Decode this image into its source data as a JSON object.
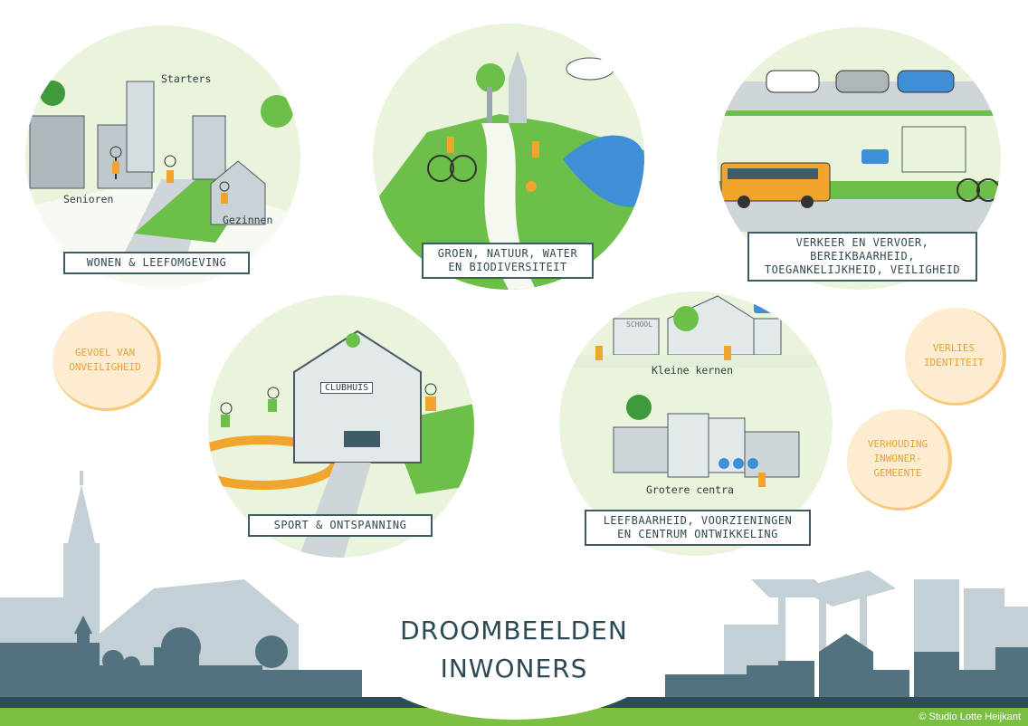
{
  "title": {
    "line1": "DROOMBEELDEN",
    "line2": "INWONERS"
  },
  "credit": "© Studio Lotte Heijkant",
  "themes": {
    "wonen": {
      "caption": "WONEN & LEEFOMGEVING",
      "labels": {
        "starters": "Starters",
        "senioren": "Senioren",
        "gezinnen": "Gezinnen"
      }
    },
    "groen": {
      "caption_line1": "GROEN, NATUUR, WATER",
      "caption_line2": "EN BIODIVERSITEIT"
    },
    "verkeer": {
      "caption_line1": "VERKEER EN VERVOER,",
      "caption_line2": "BEREIKBAARHEID,",
      "caption_line3": "TOEGANKELIJKHEID, VEILIGHEID"
    },
    "sport": {
      "caption": "SPORT & ONTSPANNING",
      "clubhuis": "CLUBHUIS"
    },
    "leefbaarheid": {
      "caption_line1": "LEEFBAARHEID, VOORZIENINGEN",
      "caption_line2": "EN CENTRUM ONTWIKKELING",
      "labels": {
        "kleine_kernen": "Kleine kernen",
        "grotere_centra": "Grotere centra"
      },
      "school": "SCHOOL"
    }
  },
  "issues": {
    "onveiligheid": {
      "line1": "GEVOEL VAN",
      "line2": "ONVEILIGHEID"
    },
    "identiteit": {
      "line1": "VERLIES",
      "line2": "IDENTITEIT"
    },
    "verhouding": {
      "line1": "VERHOUDING",
      "line2": "INWONER-",
      "line3": "GEMEENTE"
    }
  },
  "colors": {
    "circle_bg": "#eaf3dc",
    "grass": "#6cc04a",
    "water": "#3f8fd6",
    "skyline": "#b9c8cf",
    "skyline_dark": "#4f6f7c",
    "green_band": "#7bc043",
    "issue_text": "#e4a23c",
    "caption_border": "#3c5b63",
    "bus": "#f2a52c"
  }
}
